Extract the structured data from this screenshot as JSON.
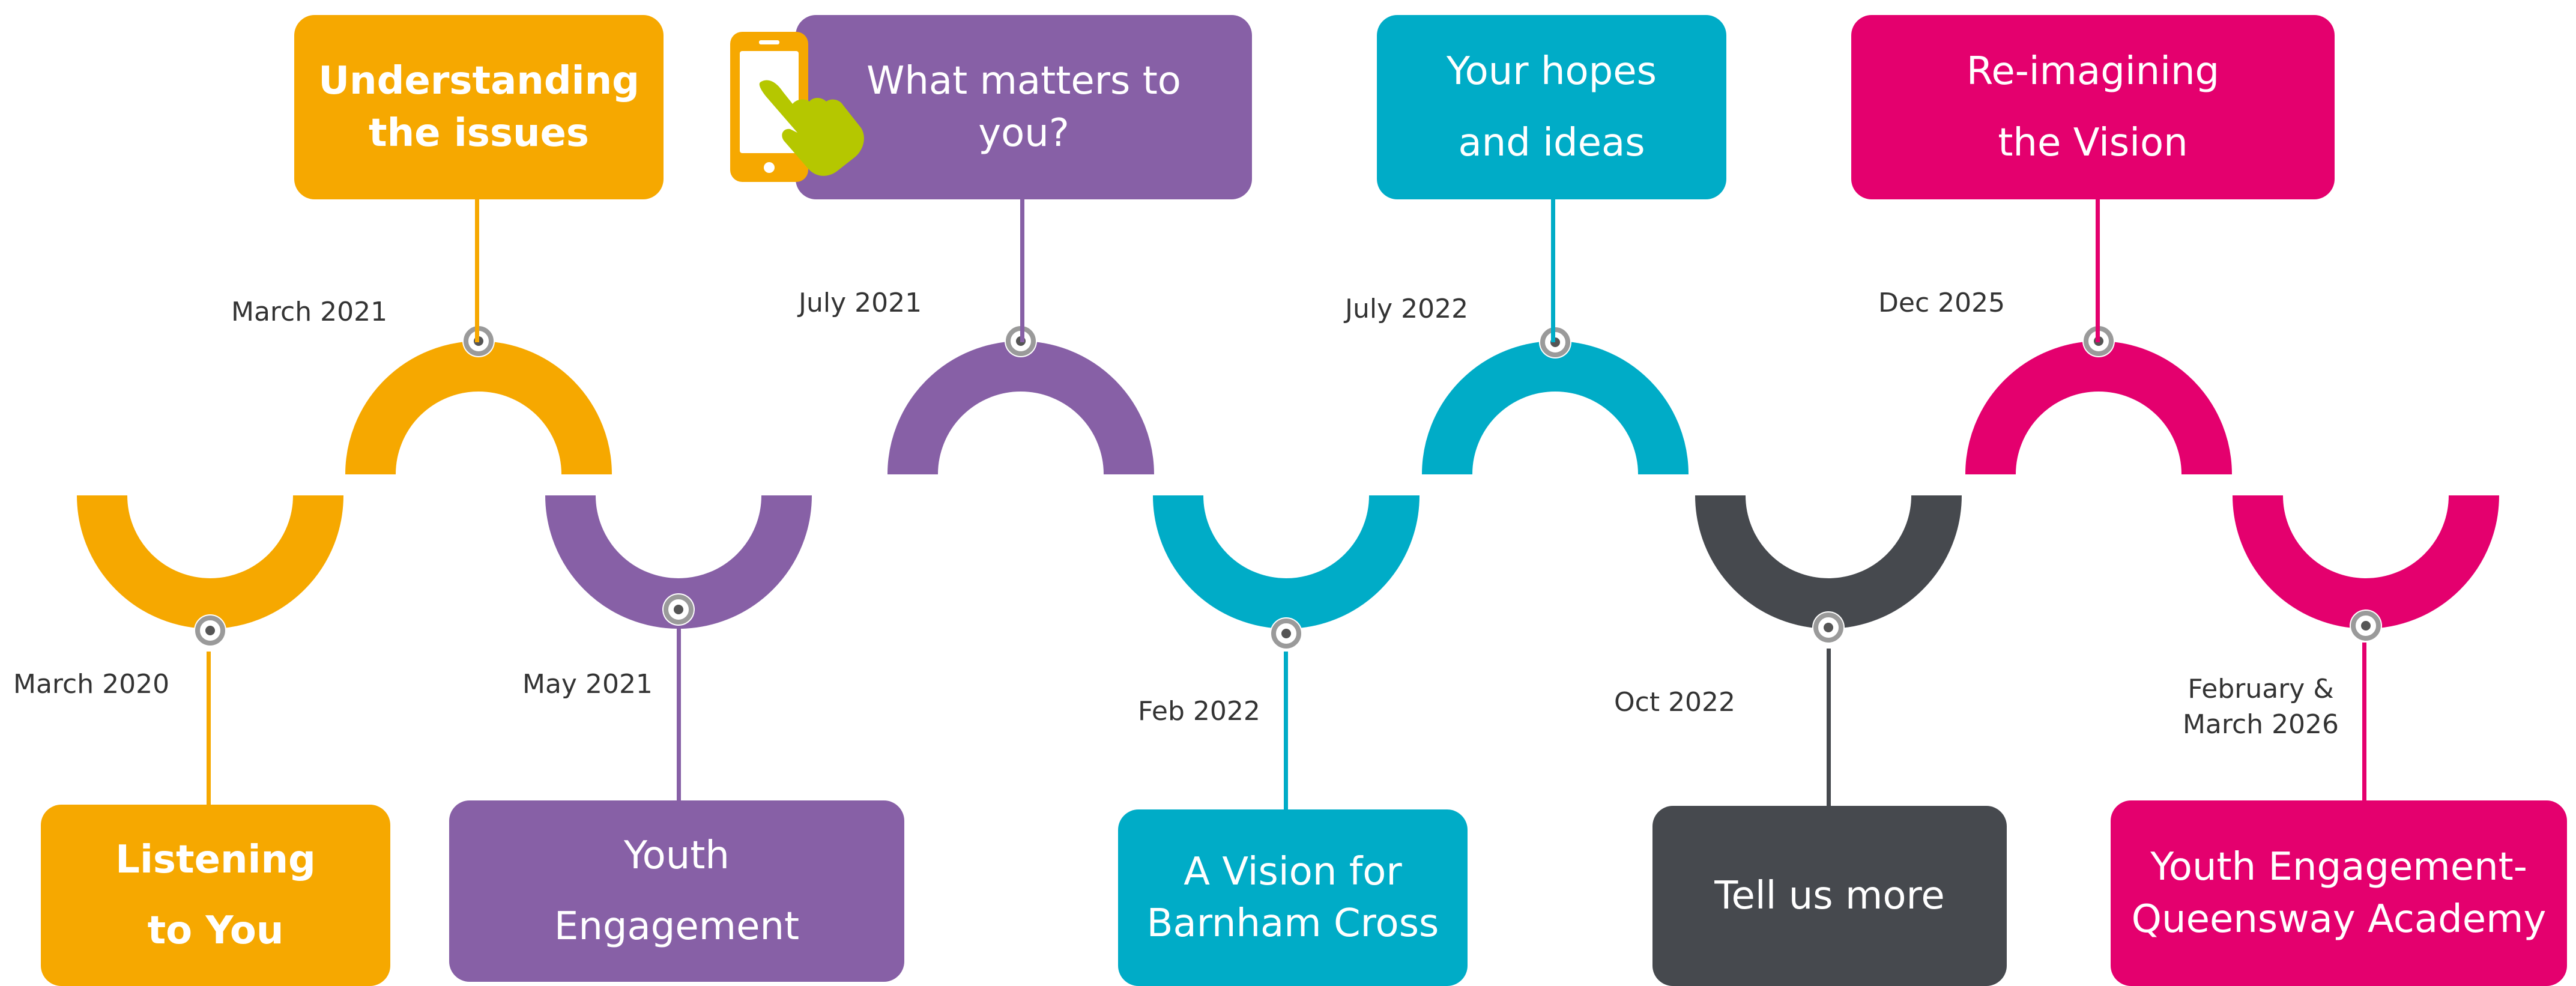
{
  "colors": {
    "orange": "#F6A800",
    "purple": "#8760A6",
    "teal": "#00ACC7",
    "gray": "#46494E",
    "magenta": "#E4006E",
    "phone_green": "#B5C700",
    "node_ring": "#9A9A9A",
    "date_text": "#333333"
  },
  "milestones": [
    {
      "id": "m1",
      "date": [
        "March 2020"
      ],
      "title": [
        "Listening",
        "to You"
      ],
      "color": "orange"
    },
    {
      "id": "m2",
      "date": [
        "March 2021"
      ],
      "title": [
        "Understanding",
        "the issues"
      ],
      "color": "orange"
    },
    {
      "id": "m3",
      "date": [
        "May 2021"
      ],
      "title": [
        "Youth",
        "Engagement"
      ],
      "color": "purple"
    },
    {
      "id": "m4",
      "date": [
        "July 2021"
      ],
      "title": [
        "What matters to",
        "you?"
      ],
      "color": "purple"
    },
    {
      "id": "m5",
      "date": [
        "Feb 2022"
      ],
      "title": [
        "A Vision for",
        "Barnham Cross"
      ],
      "color": "teal"
    },
    {
      "id": "m6",
      "date": [
        "July 2022"
      ],
      "title": [
        "Your hopes",
        "and ideas"
      ],
      "color": "teal"
    },
    {
      "id": "m7",
      "date": [
        "Oct 2022"
      ],
      "title": [
        "Tell us more"
      ],
      "color": "gray"
    },
    {
      "id": "m8",
      "date": [
        "Dec 2025"
      ],
      "title": [
        "Re-imagining",
        "the Vision"
      ],
      "color": "magenta"
    },
    {
      "id": "m9",
      "date": [
        "February &",
        "March 2026"
      ],
      "title": [
        "Youth Engagement-",
        "Queensway Academy"
      ],
      "color": "magenta"
    }
  ],
  "icons": {
    "phone": "smartphone-tap-icon"
  }
}
